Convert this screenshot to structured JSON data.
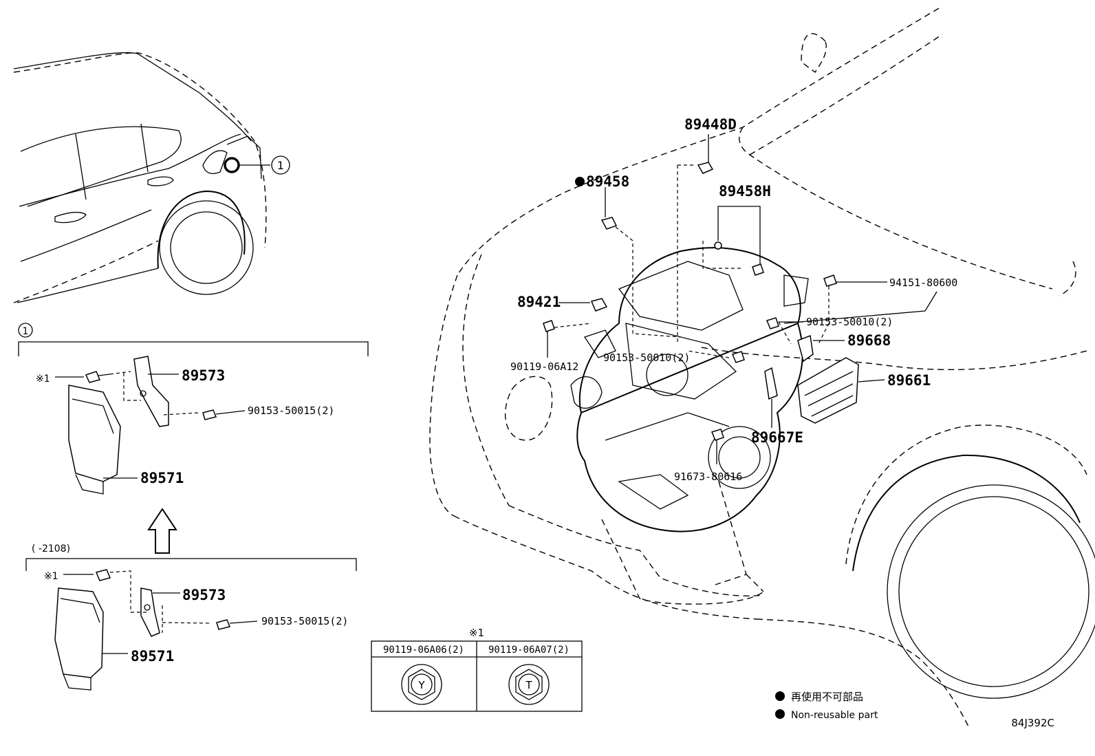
{
  "diagram_id": "84J392C",
  "callout_marker": "1",
  "detail_box": {
    "marker": "1",
    "labels": {
      "bracket": "89573",
      "bolt": "90153-50015(2)",
      "module": "89571",
      "note_ref": "※1"
    }
  },
  "lower_box": {
    "range": "(      -2108)",
    "labels": {
      "bracket": "89573",
      "bolt": "90153-50015(2)",
      "module": "89571",
      "note_ref": "※1"
    }
  },
  "engine_labels": {
    "l89448D": "89448D",
    "l89458": "89458",
    "l89458H": "89458H",
    "l94151": "94151-80600",
    "l89421": "89421",
    "l90153_r": "90153-50010(2)",
    "l89668": "89668",
    "l90119": "90119-06A12",
    "l90153_c": "90153-50010(2)",
    "l89661": "89661",
    "l89667E": "89667E",
    "l91673": "91673-80616"
  },
  "note_table": {
    "title": "※1",
    "col1": "90119-06A06(2)",
    "col2": "90119-06A07(2)",
    "mark1": "Y",
    "mark2": "T"
  },
  "legend": {
    "jp": "再使用不可部品",
    "en": "Non-reusable part"
  }
}
